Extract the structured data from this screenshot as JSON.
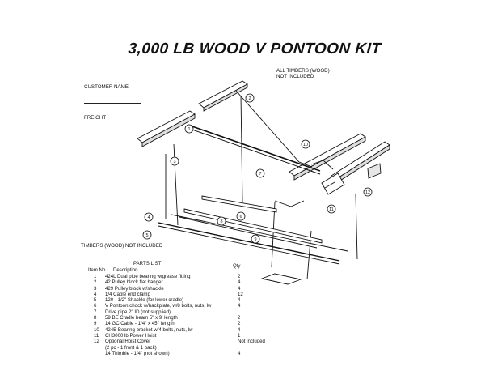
{
  "title": "3,000 LB WOOD V PONTOON KIT",
  "labels": {
    "customer_name": "CUSTOMER NAME",
    "freight": "FREIGHT",
    "all_timbers_line1": "ALL TIMBERS (WOOD)",
    "all_timbers_line2": "NOT INCLUDED",
    "timbers_bottom": "TIMBERS (WOOD) NOT INCLUDED"
  },
  "callouts": [
    "1",
    "2",
    "3",
    "4",
    "5",
    "6",
    "7",
    "8",
    "9",
    "10",
    "11",
    "12"
  ],
  "parts_list": {
    "heading": "PARTS LIST",
    "col_item": "Item No",
    "col_desc": "Description",
    "col_qty": "Qty",
    "items": [
      {
        "no": "1",
        "desc": "424L Dual pipe bearing w/grease fitting",
        "qty": "2"
      },
      {
        "no": "2",
        "desc": "42 Pulley block flat hanger",
        "qty": "4"
      },
      {
        "no": "3",
        "desc": "429 Pulley block w/shackle",
        "qty": "4"
      },
      {
        "no": "4",
        "desc": "1/4 Cable end clamp",
        "qty": "12"
      },
      {
        "no": "5",
        "desc": "120 - 1/2\" Shackle (for lower cradle)",
        "qty": "4"
      },
      {
        "no": "6",
        "desc": "V Pontoon chock w/backplate, w/8 bolts, nuts, lw",
        "qty": "4"
      },
      {
        "no": "7",
        "desc": "Drive pipe 2\" ID (not supplied)",
        "qty": ""
      },
      {
        "no": "8",
        "desc": "59 BE Cradle beam 5\" x 9' length",
        "qty": "2"
      },
      {
        "no": "9",
        "desc": "14 GC Cable - 1/4\" x 45 ' length",
        "qty": "2"
      },
      {
        "no": "10",
        "desc": "424B Bearing bracket w/4 bolts, nuts, lw",
        "qty": "4"
      },
      {
        "no": "11",
        "desc": "CH3000 lb Power Hoist",
        "qty": "1"
      },
      {
        "no": "12",
        "desc": "Optional Hoist Cover",
        "qty": "Not included"
      },
      {
        "no": "",
        "desc": "(2 pc - 1 front & 1 back)",
        "qty": ""
      },
      {
        "no": "",
        "desc": "14 Thimble - 1/4\" (not shown)",
        "qty": "4"
      }
    ]
  }
}
